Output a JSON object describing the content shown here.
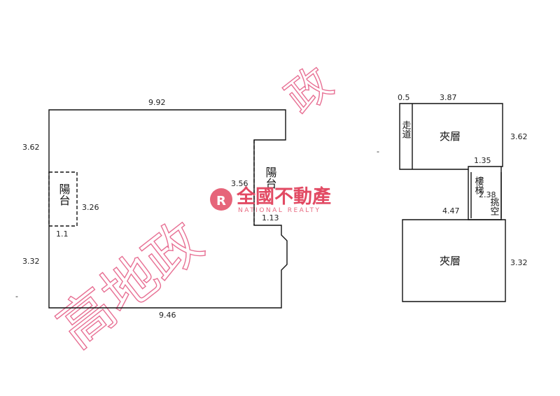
{
  "watermark": {
    "handwritten_stamp": "高地政",
    "logo_text": "全國不動產",
    "logo_subtext": "NATIONAL REALTY",
    "color": "#e24a63"
  },
  "left_plan": {
    "dimensions": {
      "top_width": "9.92",
      "bottom_width": "9.46",
      "left_depth_upper": "3.62",
      "left_depth_lower": "3.32",
      "left_balcony_depth": "3.26",
      "left_balcony_width": "1.1",
      "right_balcony_depth": "3.56",
      "right_balcony_width": "1.13",
      "marker": "-"
    },
    "rooms": {
      "left_balcony": "陽台",
      "right_balcony": "陽台"
    }
  },
  "right_plan": {
    "dimensions": {
      "small_width": "0.5",
      "top_width": "3.87",
      "right_upper_depth": "3.62",
      "stair_width": "1.35",
      "stair_depth": "2.38",
      "lower_width": "4.47",
      "right_lower_depth": "3.32",
      "marker": "-"
    },
    "rooms": {
      "mezzanine_upper": "夾層",
      "mezzanine_lower": "夾層",
      "corridor": "走道",
      "stairs": "樓梯",
      "stair_opening": "挑空"
    }
  }
}
